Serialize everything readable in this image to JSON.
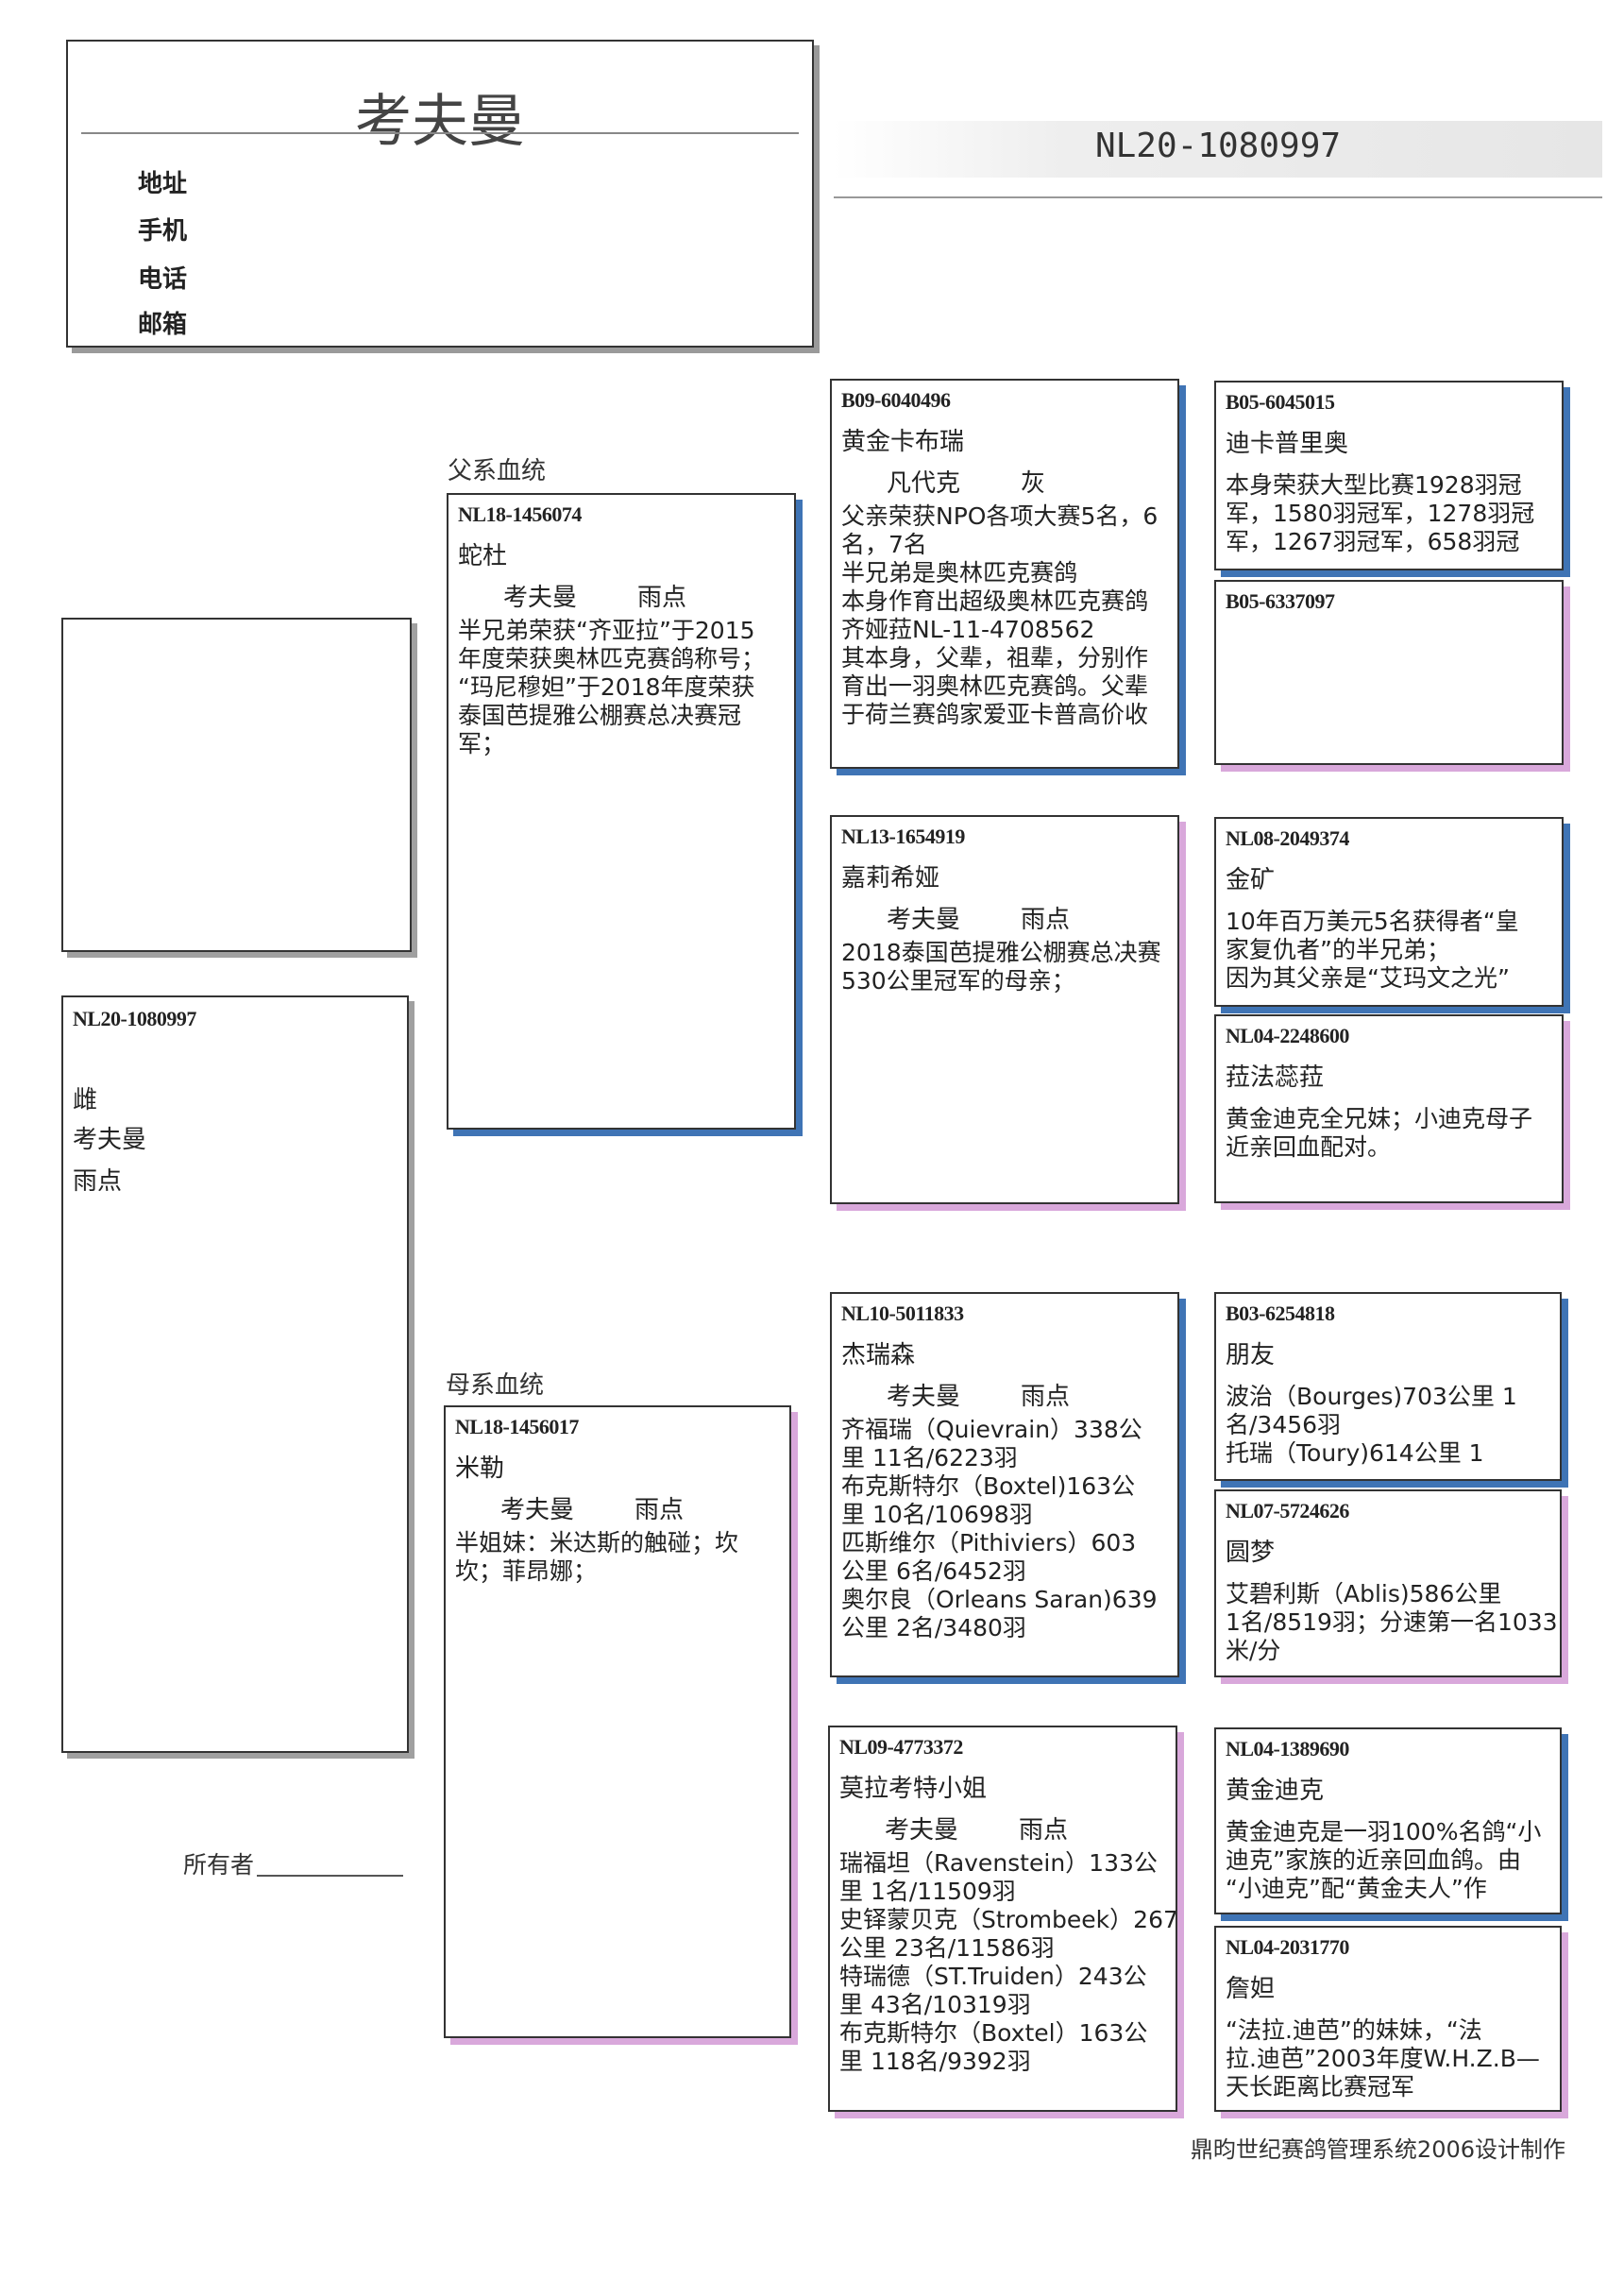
{
  "header": {
    "owner_name": "考夫曼",
    "labels": [
      "地址",
      "手机",
      "电话",
      "邮箱"
    ]
  },
  "ring_number": "NL20-1080997",
  "subject": {
    "id": "NL20-1080997",
    "sex": "雌",
    "breeder": "考夫曼",
    "color": "雨点"
  },
  "sections": {
    "sire_label": "父系血统",
    "dam_label": "母系血统"
  },
  "owner_label": "所有者",
  "footer": "鼎昀世纪赛鸽管理系统2006设计制作",
  "colors": {
    "sire_shadow": "#3f74b5",
    "dam_shadow": "#d9a8db"
  },
  "cards": [
    {
      "key": "sire",
      "id": "NL18-1456074",
      "name": "蛇杜",
      "breeder": "考夫曼",
      "color": "雨点",
      "notes": [
        "半兄弟荣获“齐亚拉”于2015",
        "年度荣获奥林匹克赛鸽称号；",
        "“玛尼穆妲”于2018年度荣获",
        "泰国芭提雅公棚赛总决赛冠",
        "军；"
      ]
    },
    {
      "key": "dam",
      "id": "NL18-1456017",
      "name": "米勒",
      "breeder": "考夫曼",
      "color": "雨点",
      "notes": [
        "半姐妹：米达斯的触碰；坎",
        "坎；菲昂娜；"
      ]
    },
    {
      "key": "ss",
      "id": "B09-6040496",
      "name": "黄金卡布瑞",
      "breeder": "凡代克",
      "color": "灰",
      "notes": [
        "父亲荣获NPO各项大赛5名，6",
        "名，7名",
        "半兄弟是奥林匹克赛鸽",
        "本身作育出超级奥林匹克赛鸽",
        "齐娅菈NL-11-4708562",
        "其本身，父辈，祖辈，分别作",
        "育出一羽奥林匹克赛鸽。父辈",
        "于荷兰赛鸽家爱亚卡普高价收"
      ]
    },
    {
      "key": "sd",
      "id": "NL13-1654919",
      "name": "嘉莉希娅",
      "breeder": "考夫曼",
      "color": "雨点",
      "notes": [
        "2018泰国芭提雅公棚赛总决赛",
        "530公里冠军的母亲；"
      ]
    },
    {
      "key": "ds",
      "id": "NL10-5011833",
      "name": "杰瑞森",
      "breeder": "考夫曼",
      "color": "雨点",
      "notes": [
        "齐福瑞（Quievrain）338公",
        "里    11名/6223羽",
        "布克斯特尔（Boxtel)163公",
        "里    10名/10698羽",
        "匹斯维尔（Pithiviers）603",
        "公里    6名/6452羽",
        "奥尔良（Orleans Saran)639",
        "公里  2名/3480羽"
      ]
    },
    {
      "key": "dd",
      "id": "NL09-4773372",
      "name": "莫拉考特小姐",
      "breeder": "考夫曼",
      "color": "雨点",
      "notes": [
        "瑞福坦（Ravenstein）133公",
        "里    1名/11509羽",
        "史铎蒙贝克（Strombeek）267",
        "公里    23名/11586羽",
        "特瑞德（ST.Truiden）243公",
        "里    43名/10319羽",
        "布克斯特尔（Boxtel）163公",
        "里    118名/9392羽"
      ]
    },
    {
      "key": "sss",
      "id": "B05-6045015",
      "name": "迪卡普里奥",
      "notes": [
        "本身荣获大型比赛1928羽冠",
        "军，1580羽冠军，1278羽冠",
        "军，1267羽冠军，658羽冠"
      ]
    },
    {
      "key": "ssd",
      "id": "B05-6337097",
      "name": "",
      "notes": []
    },
    {
      "key": "sds",
      "id": "NL08-2049374",
      "name": "金矿",
      "notes": [
        "10年百万美元5名获得者“皇",
        "家复仇者”的半兄弟；",
        "因为其父亲是“艾玛文之光”"
      ]
    },
    {
      "key": "sdd",
      "id": "NL04-2248600",
      "name": "菈法蕊菈",
      "notes": [
        "黄金迪克全兄妹；小迪克母子",
        "近亲回血配对。"
      ]
    },
    {
      "key": "dss",
      "id": "B03-6254818",
      "name": "朋友",
      "notes": [
        "波治（Bourges)703公里   1",
        "名/3456羽",
        "托瑞（Toury)614公里    1"
      ]
    },
    {
      "key": "dsd",
      "id": "NL07-5724626",
      "name": "圆梦",
      "notes": [
        "艾碧利斯（Ablis)586公里",
        "1名/8519羽；分速第一名1033",
        "米/分"
      ]
    },
    {
      "key": "dds",
      "id": "NL04-1389690",
      "name": "黄金迪克",
      "notes": [
        "黄金迪克是一羽100%名鸽“小",
        "迪克”家族的近亲回血鸽。由",
        "“小迪克”配“黄金夫人”作"
      ]
    },
    {
      "key": "ddd",
      "id": "NL04-2031770",
      "name": "詹妲",
      "notes": [
        "“法拉.迪芭”的妹妹，“法",
        "拉.迪芭”2003年度W.H.Z.B—",
        "天长距离比赛冠军"
      ]
    }
  ]
}
